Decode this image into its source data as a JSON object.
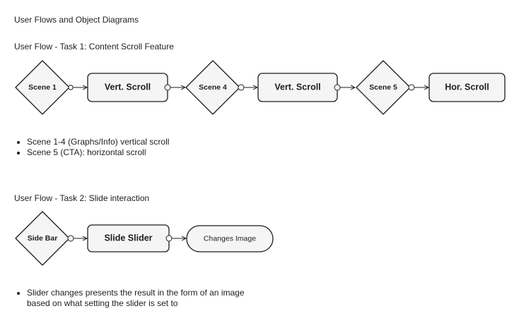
{
  "page_title": "User Flows and Object Diagrams",
  "flow1": {
    "title": "User Flow - Task 1: Content Scroll Feature",
    "nodes": {
      "scene1": "Scene 1",
      "vert_scroll_1": "Vert. Scroll",
      "scene4": "Scene 4",
      "vert_scroll_2": "Vert. Scroll",
      "scene5": "Scene 5",
      "hor_scroll": "Hor. Scroll"
    },
    "notes": [
      "Scene 1-4 (Graphs/Info) vertical scroll",
      "Scene 5 (CTA): horizontal scroll"
    ]
  },
  "flow2": {
    "title": "User Flow - Task 2: Slide interaction",
    "nodes": {
      "side_bar": "Side Bar",
      "slide_slider": "Slide Slider",
      "changes_image": "Changes Image"
    },
    "notes": [
      "Slider changes presents the result in the form of an image",
      "based on what setting the slider is set to"
    ]
  },
  "colors": {
    "node_fill": "#f5f5f5",
    "stroke": "#1e1e1e",
    "text": "#1e1e1e"
  }
}
